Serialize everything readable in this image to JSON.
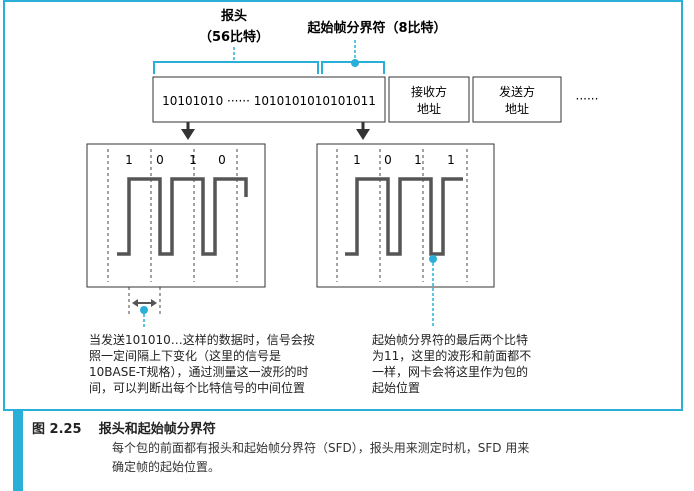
{
  "diagram": {
    "header_label_line1": "报头",
    "header_label_line2": "（56比特）",
    "sfd_label": "起始帧分界符（8比特）",
    "bits_preamble": "10101010 ······ 1010101010101011",
    "field_dest_line1": "接收方",
    "field_dest_line2": "地址",
    "field_src_line1": "发送方",
    "field_src_line2": "地址",
    "trailing_dots": "······",
    "left_wave_bits": [
      "1",
      "0",
      "1",
      "0"
    ],
    "right_wave_bits": [
      "1",
      "0",
      "1",
      "1"
    ],
    "left_note": [
      "当发送101010…这样的数据时，信号会按",
      "照一定间隔上下变化（这里的信号是",
      "10BASE-T规格），通过测量这一波形的时",
      "间，可以判断出每个比特信号的中间位置"
    ],
    "right_note": [
      "起始帧分界符的最后两个比特",
      "为11，这里的波形和前面都不",
      "一样，网卡会将这里作为包的",
      "起始位置"
    ]
  },
  "caption": {
    "figure_number": "图 2.25",
    "title": "报头和起始帧分界符",
    "description_line1": "每个包的前面都有报头和起始帧分界符（SFD），报头用来测定时机，SFD 用来",
    "description_line2": "确定帧的起始位置。"
  },
  "colors": {
    "accent": "#2ab0d8",
    "wave": "#4a4a4a",
    "border": "#333333"
  }
}
